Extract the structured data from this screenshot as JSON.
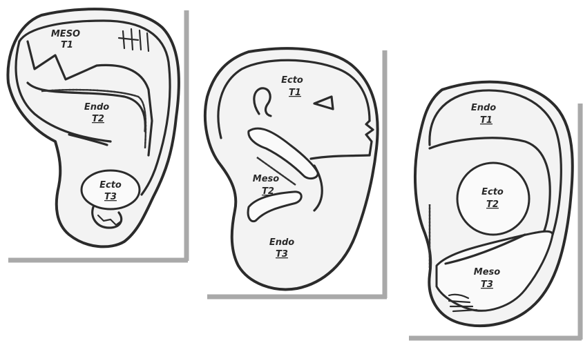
{
  "ears": [
    {
      "top": "MESO",
      "top_t": "T1",
      "mid": "Endo",
      "mid_t": "T2",
      "low": "Ecto",
      "low_t": "T3"
    },
    {
      "top": "Ecto",
      "top_t": "T1",
      "mid": "Meso",
      "mid_t": "T2",
      "low": "Endo",
      "low_t": "T3"
    },
    {
      "top": "Endo",
      "top_t": "T1",
      "mid": "Ecto",
      "mid_t": "T2",
      "low": "Meso",
      "low_t": "T3"
    }
  ]
}
